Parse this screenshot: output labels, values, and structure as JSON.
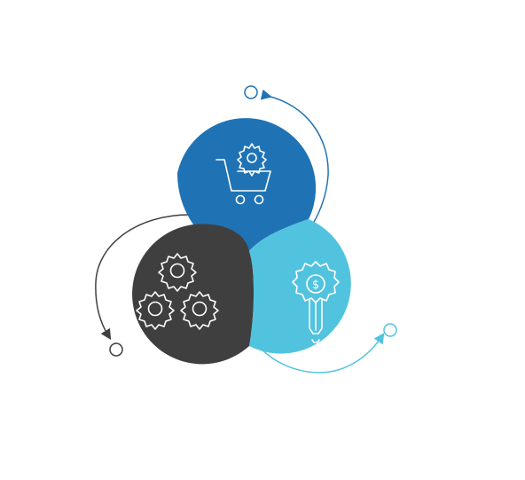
{
  "diagram": {
    "colors": {
      "background": "#ffffff",
      "top_circle": "#1f73b5",
      "right_circle": "#52c3de",
      "left_circle": "#3f3f3f",
      "icon_stroke": "#ffffff",
      "top_arrow": "#1f73b5",
      "right_arrow": "#52c3de",
      "left_arrow": "#3f3f3f"
    },
    "nodes": [
      {
        "id": "top",
        "icon": "shopping-cart-gear-icon",
        "color_key": "top_circle"
      },
      {
        "id": "right",
        "icon": "gear-dollar-wrench-icon",
        "color_key": "right_circle"
      },
      {
        "id": "left",
        "icon": "three-gears-icon",
        "color_key": "left_circle"
      }
    ],
    "arrows": [
      {
        "id": "top-arrow",
        "direction": "counterclockwise",
        "color_key": "top_arrow"
      },
      {
        "id": "right-arrow",
        "direction": "counterclockwise",
        "color_key": "right_arrow"
      },
      {
        "id": "left-arrow",
        "direction": "counterclockwise",
        "color_key": "left_arrow"
      }
    ]
  }
}
